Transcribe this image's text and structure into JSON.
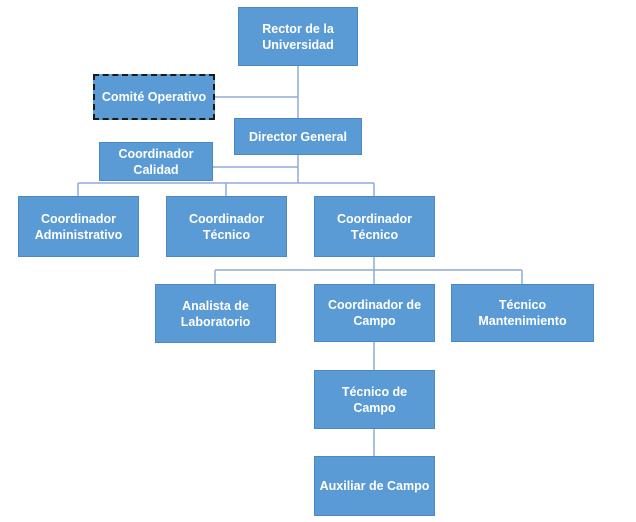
{
  "nodes": {
    "rector": "Rector de la\nUniversidad",
    "comite": "Comité Operativo",
    "director": "Director General",
    "calidad": "Coordinador\nCalidad",
    "coord_admin": "Coordinador\nAdministrativo",
    "coord_tecnico_1": "Coordinador\nTécnico",
    "coord_tecnico_2": "Coordinador\nTécnico",
    "analista": "Analista de\nLaboratorio",
    "coord_campo": "Coordinador de\nCampo",
    "tecnico_mant": "Técnico Mantenimiento",
    "tecnico_campo": "Técnico de Campo",
    "auxiliar_campo": "Auxiliar de Campo"
  },
  "colors": {
    "box_fill": "#5b9bd5",
    "connector": "#8faadc",
    "text": "#ffffff"
  }
}
